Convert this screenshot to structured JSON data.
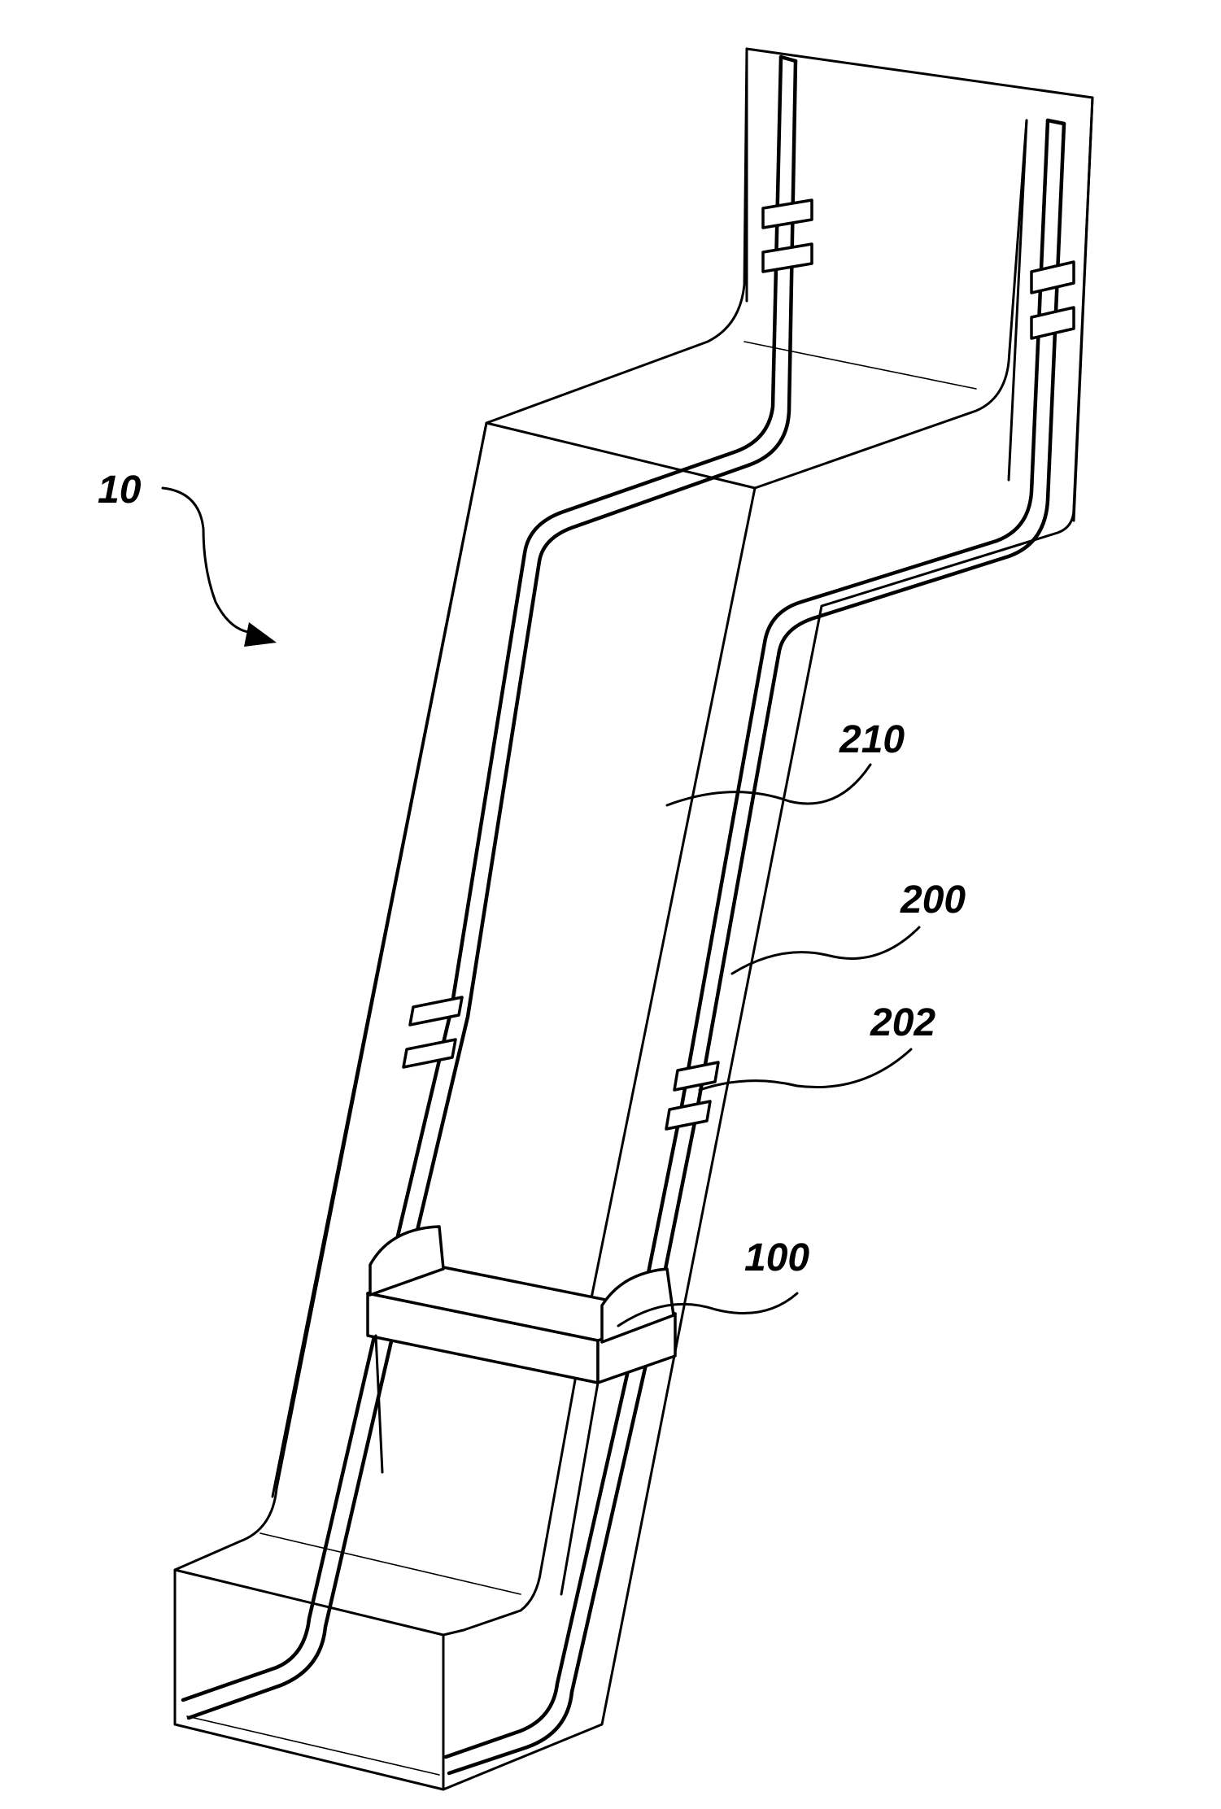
{
  "labels": {
    "assembly": "10",
    "sheet_surface": "210",
    "rail": "200",
    "rail_gap": "202",
    "carriage": "100"
  }
}
